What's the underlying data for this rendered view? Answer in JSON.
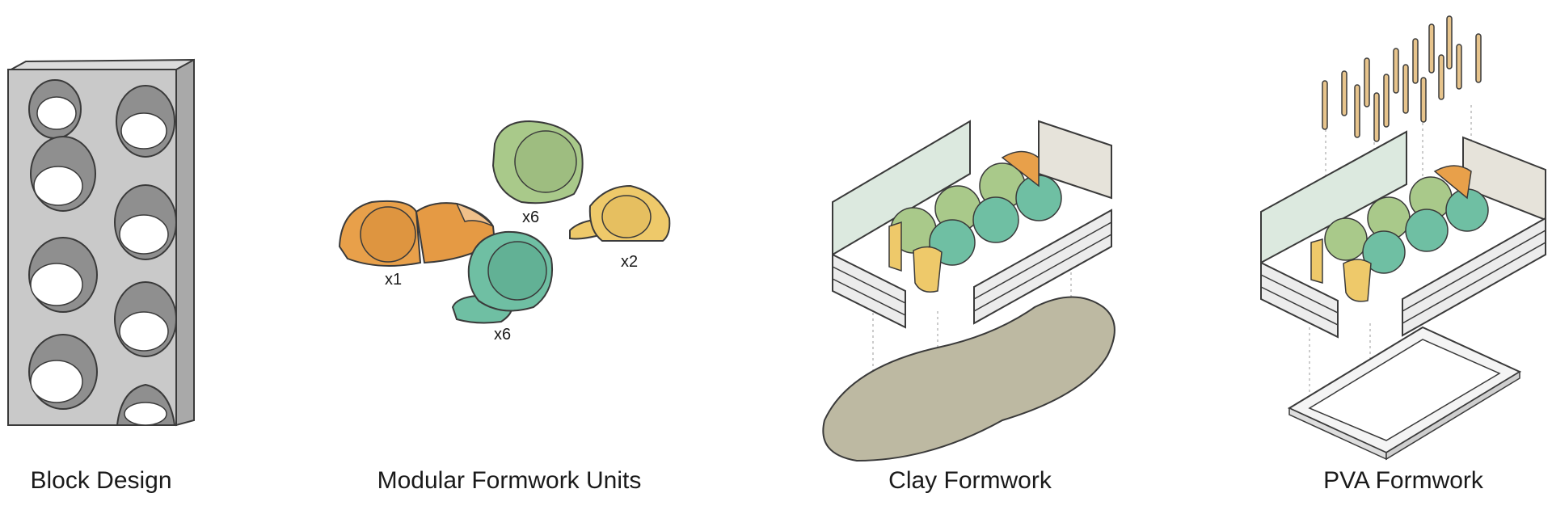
{
  "panels": {
    "block_design": {
      "caption": "Block Design"
    },
    "modular_units": {
      "caption": "Modular Formwork Units",
      "counts": {
        "orange": "x1",
        "green_top": "x6",
        "yellow": "x2",
        "teal": "x6"
      }
    },
    "clay_formwork": {
      "caption": "Clay Formwork"
    },
    "pva_formwork": {
      "caption": "PVA Formwork"
    }
  },
  "colors": {
    "block_gray": "#c8c8c8",
    "orange_unit": "#e8a04a",
    "green_unit": "#a9c98a",
    "teal_unit": "#6fbfa3",
    "yellow_unit": "#eec96a",
    "clay_slab": "#bdb9a2",
    "pva_rod": "#e7c48c"
  }
}
